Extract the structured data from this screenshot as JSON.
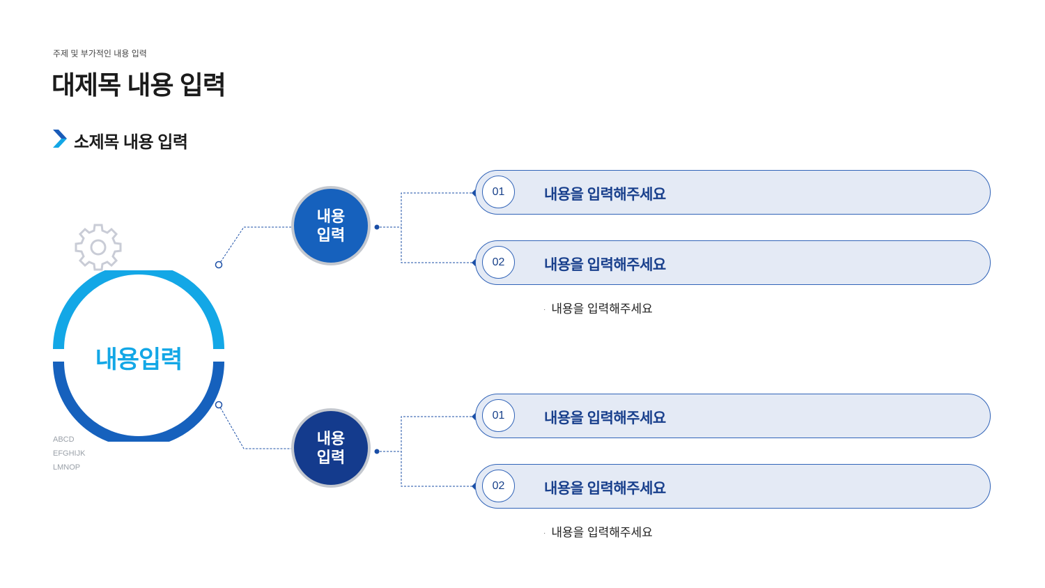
{
  "header": {
    "subtitle": "주제 및 부가적인 내용 입력",
    "title": "대제목 내용 입력"
  },
  "section": {
    "title": "소제목 내용 입력",
    "icon": "chevron-right-icon"
  },
  "diagram": {
    "center_label": "내용입력",
    "gear_icon": "gear-icon",
    "side_labels": [
      "ABCD",
      "EFGHIJK",
      "LMNOP"
    ],
    "groups": [
      {
        "hub_label": "내용\n입력",
        "items": [
          {
            "number": "01",
            "text": "내용을 입력해주세요"
          },
          {
            "number": "02",
            "text": "내용을 입력해주세요"
          }
        ],
        "note": "내용을 입력해주세요"
      },
      {
        "hub_label": "내용\n입력",
        "items": [
          {
            "number": "01",
            "text": "내용을 입력해주세요"
          },
          {
            "number": "02",
            "text": "내용을 입력해주세요"
          }
        ],
        "note": "내용을 입력해주세요"
      }
    ],
    "colors": {
      "ring_top": "#13a7e6",
      "ring_bottom": "#1661bd",
      "hub_1": "#1661bd",
      "hub_2": "#143b8d",
      "pill_fill": "#e4eaf5",
      "pill_border": "#2f62b7",
      "pill_text": "#183f8c"
    }
  }
}
